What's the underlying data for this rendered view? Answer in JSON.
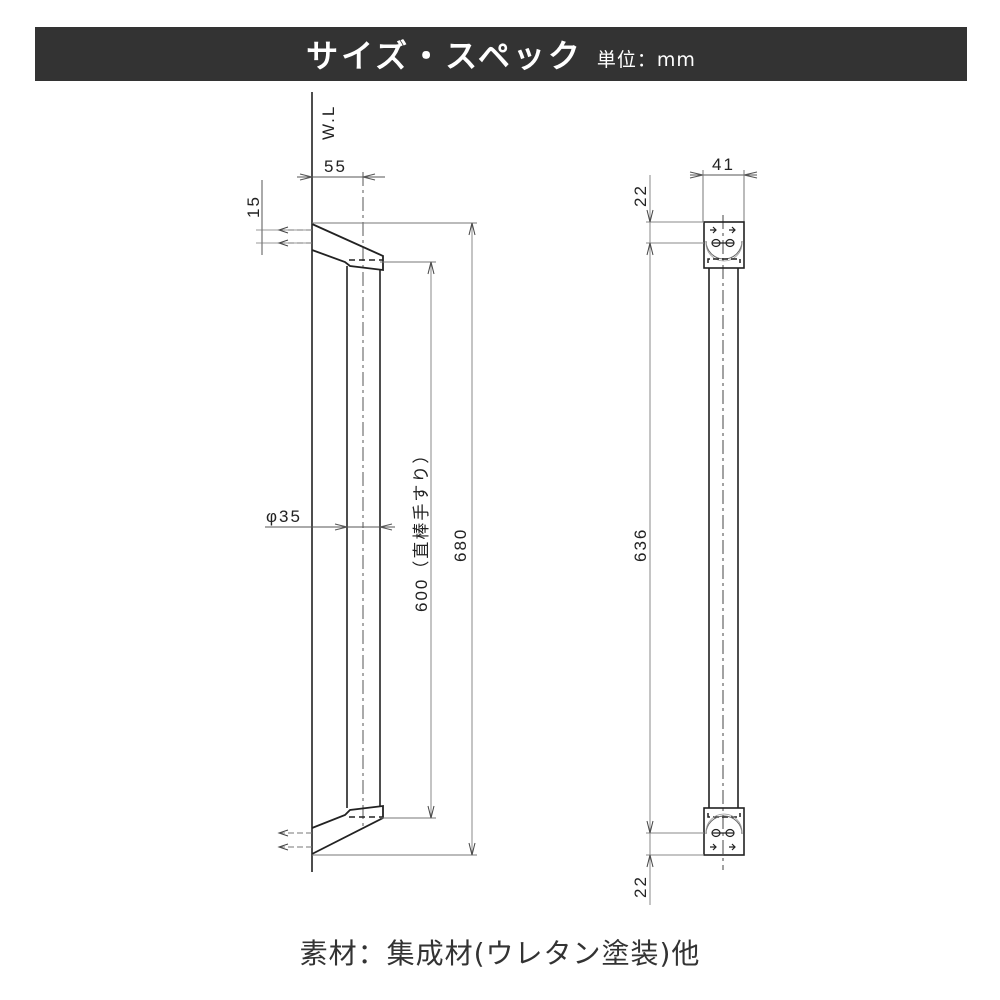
{
  "header": {
    "title": "サイズ・スペック",
    "unit": "単位：mm",
    "background_color": "#333333",
    "text_color": "#ffffff"
  },
  "side_view": {
    "wall_label": "W.L",
    "projection_label": "55",
    "bracket_offset_label": "15",
    "diameter_label": "φ35",
    "grip_length_label": "600（直棒手すり）",
    "overall_length_label": "680"
  },
  "front_view": {
    "width_label": "41",
    "top_offset_label": "22",
    "mount_pitch_label": "636",
    "bottom_offset_label": "22"
  },
  "footer": {
    "material": "素材：集成材(ウレタン塗装)他"
  }
}
